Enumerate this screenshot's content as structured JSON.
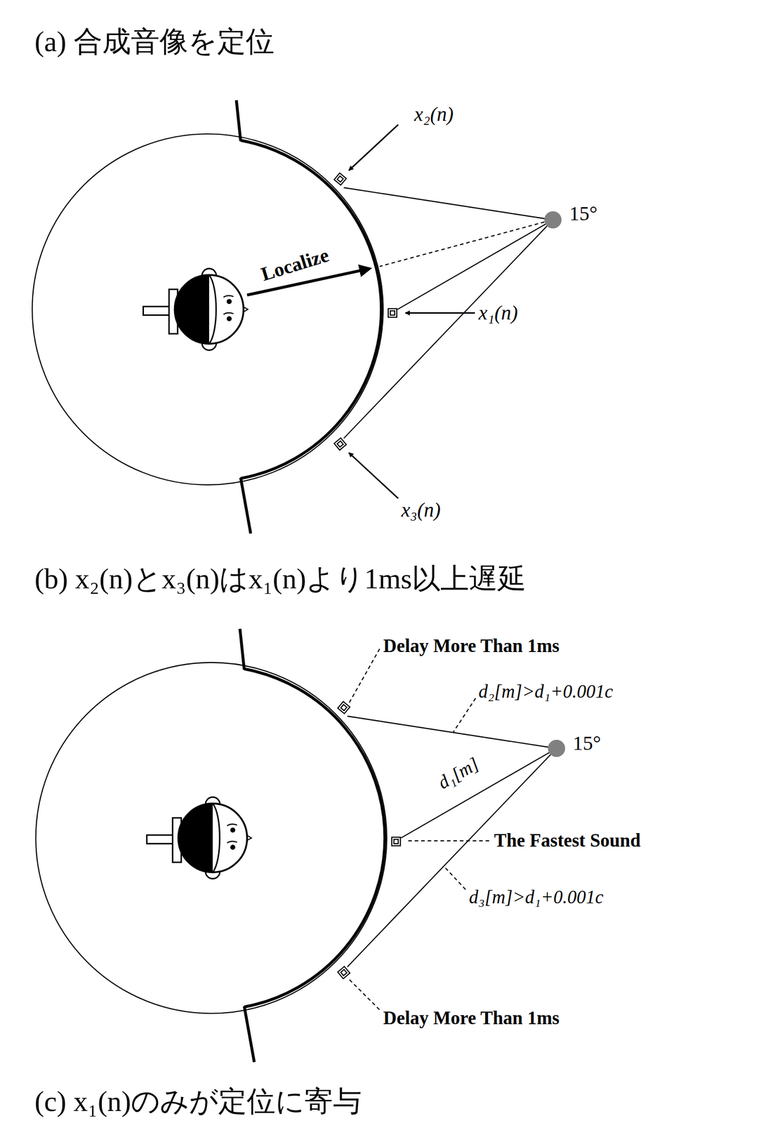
{
  "diagram": {
    "labels": [
      "(a) 合成音像を定位",
      "x₂(n)",
      "15°",
      "Localize",
      "x₁(n)",
      "x₃(n)",
      "(b) x₂(n)とx₃(n)はx₁(n)より1ms以上遅延",
      "Delay More Than 1ms",
      "d₂[m]>d₁+0.001c",
      "15°",
      "d₁[m]",
      "The Fastest Sound",
      "d₃[m]>d₁+0.001c",
      "Delay More Than 1ms",
      "(c) x₁(n)のみが定位に寄与"
    ]
  }
}
